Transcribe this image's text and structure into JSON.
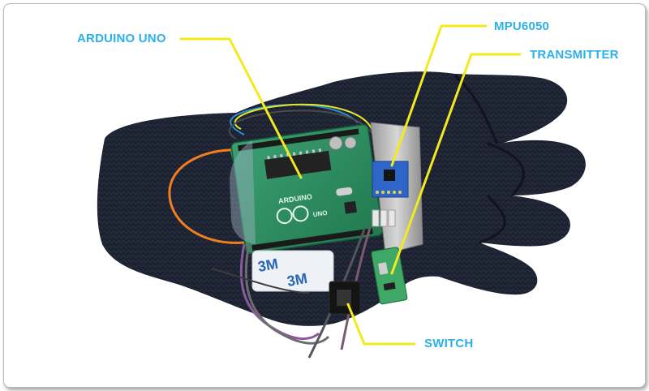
{
  "labels": {
    "arduino": "ARDUINO UNO",
    "mpu": "MPU6050",
    "transmitter": "TRANSMITTER",
    "switch": "SWITCH"
  },
  "board_silkscreen": {
    "arduino_text": "ARDUINO",
    "uno_text": "UNO"
  },
  "tape_text": "3M",
  "colors": {
    "label_text": "#2cb0e8",
    "leader_line": "#f2ea1e",
    "glove": "#1c2130",
    "board": "#2e8f62"
  }
}
